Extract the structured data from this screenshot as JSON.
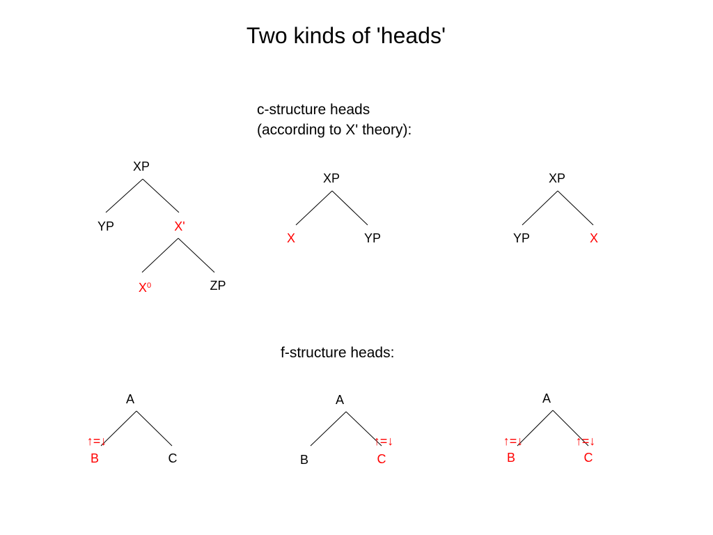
{
  "title": "Two kinds of 'heads'",
  "c_structure": {
    "heading_line1": "c-structure heads",
    "heading_line2": "(according to X' theory):",
    "tree1": {
      "root": "XP",
      "left": "YP",
      "right": "X'",
      "child_left": "X",
      "child_left_sup": "0",
      "child_right": "ZP"
    },
    "tree2": {
      "root": "XP",
      "left": "X",
      "right": "YP"
    },
    "tree3": {
      "root": "XP",
      "left": "YP",
      "right": "X"
    }
  },
  "f_structure": {
    "heading": "f-structure heads:",
    "annotation": "↑=↓",
    "tree1": {
      "root": "A",
      "left": "B",
      "right": "C"
    },
    "tree2": {
      "root": "A",
      "left": "B",
      "right": "C"
    },
    "tree3": {
      "root": "A",
      "left": "B",
      "right": "C"
    }
  },
  "colors": {
    "head": "#ff0000",
    "text": "#000000",
    "line": "#000000"
  }
}
